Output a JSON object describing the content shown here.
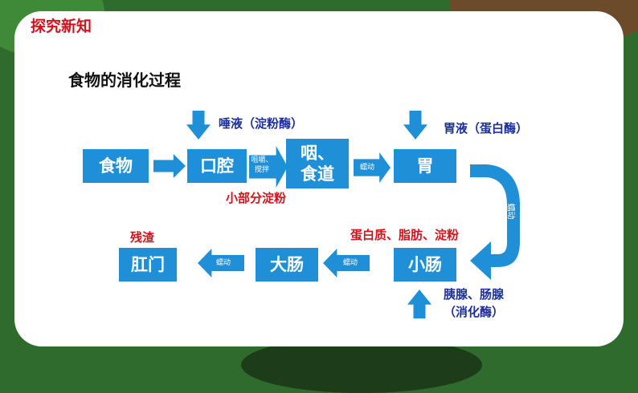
{
  "slide": {
    "section_tag": "探究新知",
    "title": "食物的消化过程"
  },
  "nodes": {
    "food": "食物",
    "mouth": "口腔",
    "pharynx": "咽、\n食道",
    "stomach": "胃",
    "small_intestine": "小肠",
    "large_intestine": "大肠",
    "anus": "肛门"
  },
  "arrow_labels": {
    "mouth_to_pharynx": "咀嚼、\n搅拌",
    "pharynx_to_stomach": "蠕动",
    "stomach_to_small": "蠕动",
    "small_to_large": "蠕动",
    "large_to_anus": "蠕动"
  },
  "inputs": {
    "saliva": "唾液（淀粉酶）",
    "gastric": "胃液（蛋白酶）",
    "pancreatic": "胰腺、肠腺\n（消化酶）"
  },
  "notes": {
    "mouth_digest": "小部分淀粉",
    "small_digest": "蛋白质、脂肪、淀粉",
    "residue": "残渣"
  },
  "colors": {
    "box_blue": "#1f8fd8",
    "enzyme_text": "#1c2f9c",
    "note_red": "#d0121b"
  }
}
